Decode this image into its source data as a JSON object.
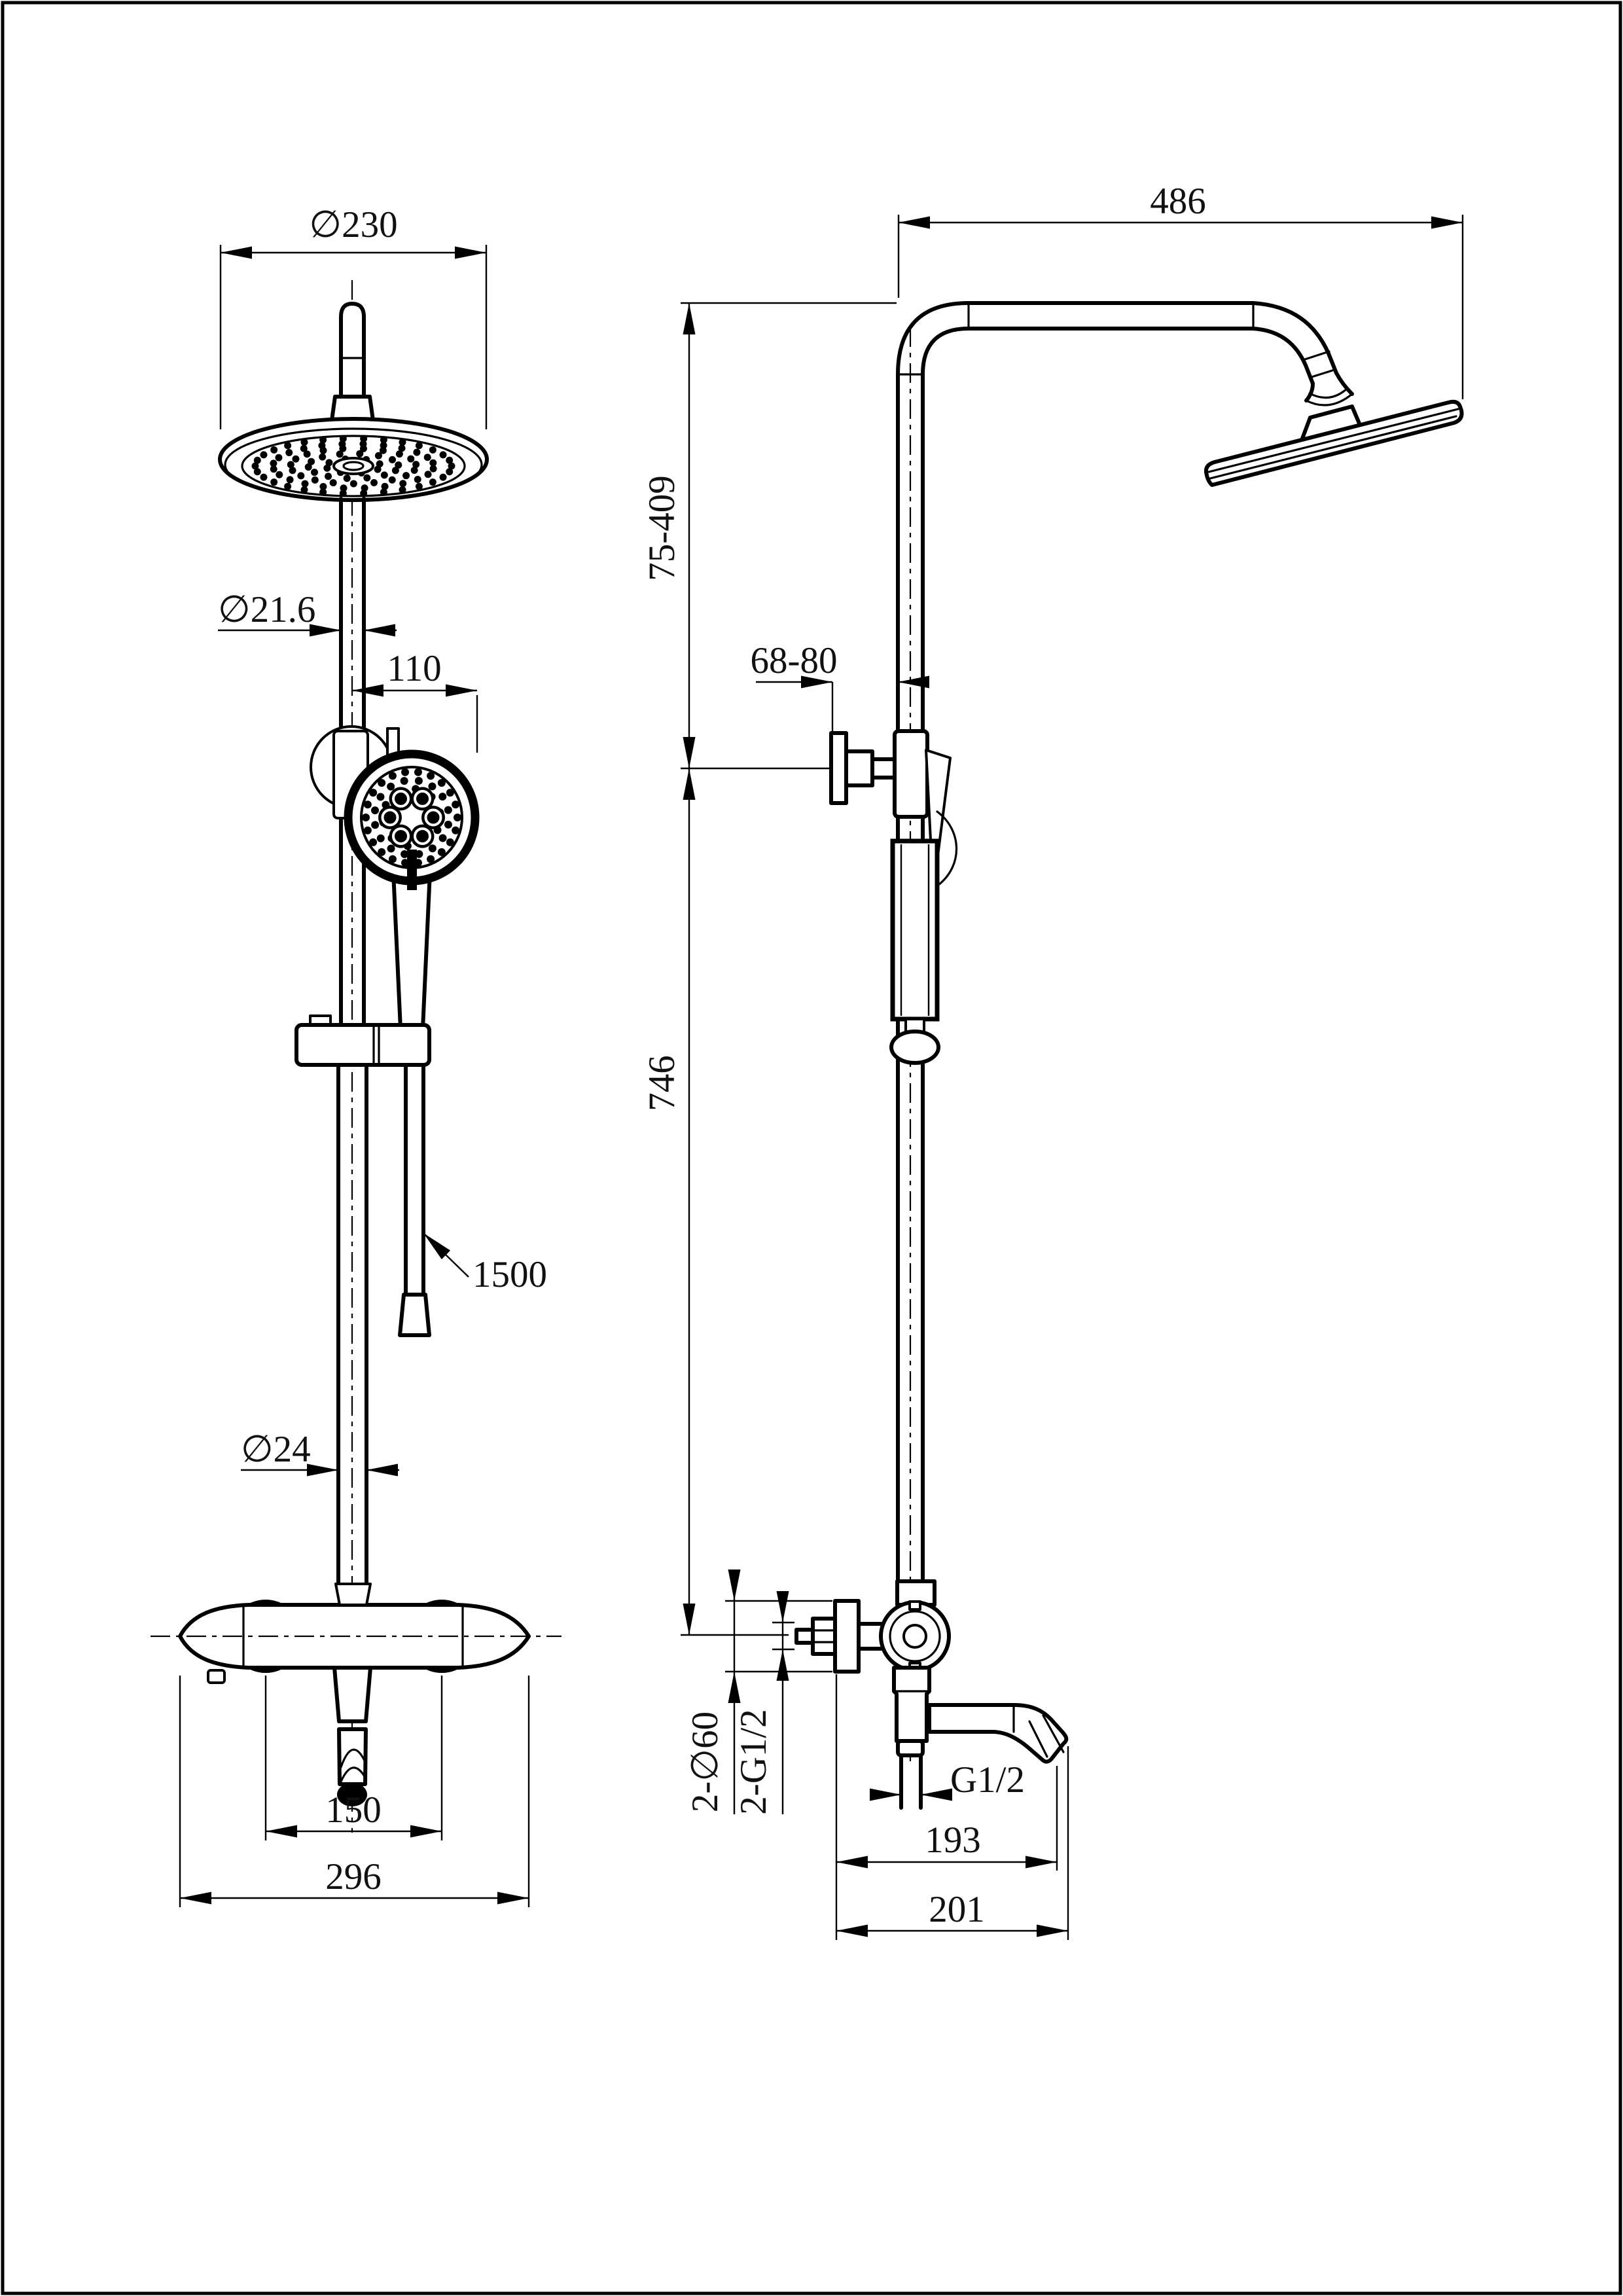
{
  "drawing": {
    "background": "#ffffff",
    "line_color": "#000000",
    "front_view": {
      "head_diameter": "∅230",
      "rail_diameter": "∅21.6",
      "hand_shower_offset": "110",
      "hose_length": "1500",
      "lower_rail_diameter": "∅24",
      "handle_spacing": "150",
      "body_width": "296"
    },
    "side_view": {
      "arm_reach": "486",
      "top_bracket_range": "75-409",
      "wall_clearance_range": "68-80",
      "rail_length": "746",
      "escutcheons": "2-∅60",
      "inlet_threads": "2-G1/2",
      "outlet_thread": "G1/2",
      "spout_reach": "193",
      "spout_overall": "201"
    }
  }
}
